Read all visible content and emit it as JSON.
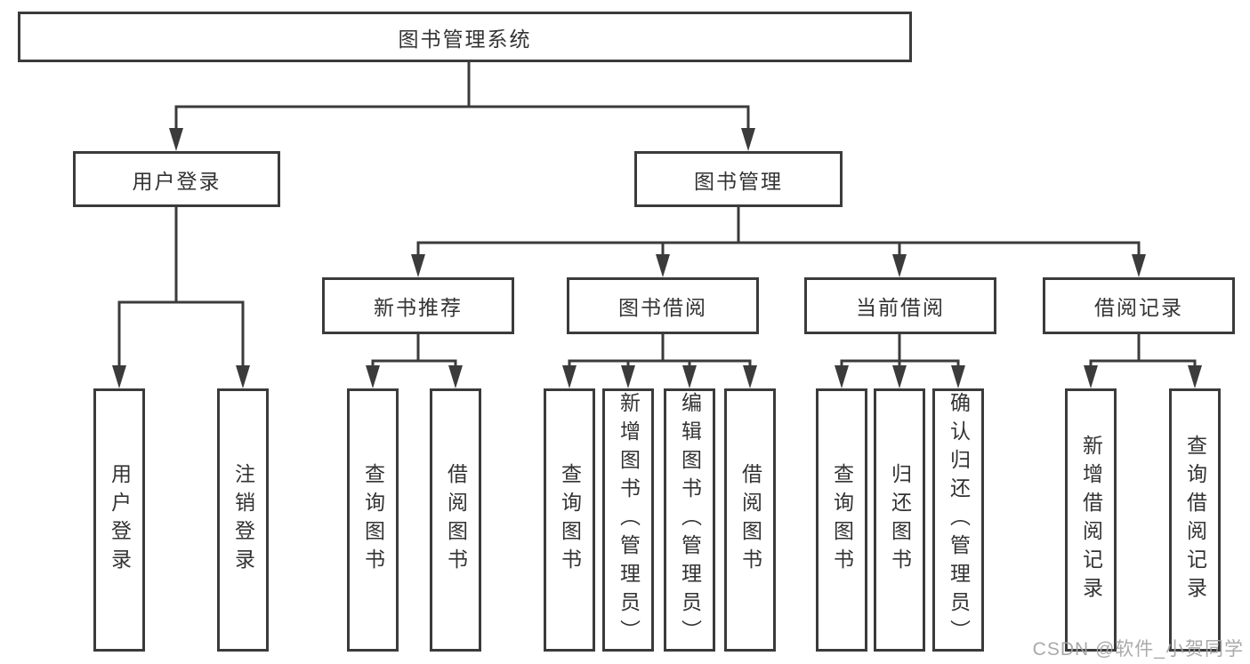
{
  "diagram": {
    "title": "图书管理系统",
    "level2": {
      "user_login": "用户登录",
      "book_management": "图书管理"
    },
    "level3": {
      "new_book_recommend": "新书推荐",
      "book_borrow": "图书借阅",
      "current_borrow": "当前借阅",
      "borrow_records": "借阅记录"
    },
    "leaves": {
      "user_login": "用户登录",
      "logout": "注销登录",
      "nb_query_books": "查询图书",
      "nb_borrow_books": "借阅图书",
      "bb_query_books": "查询图书",
      "bb_add_books": "新增图书（管理员）",
      "bb_edit_books": "编辑图书（管理员）",
      "bb_borrow_books": "借阅图书",
      "cb_query_books": "查询图书",
      "cb_return_books": "归还图书",
      "cb_confirm_return": "确认归还（管理员）",
      "br_add_record": "新增借阅记录",
      "br_query_record": "查询借阅记录"
    }
  },
  "watermark": "CSDN @软件_小贺同学",
  "colors": {
    "line": "#3b3b3b",
    "background": "#ffffff",
    "watermark": "#a3a3a3"
  }
}
